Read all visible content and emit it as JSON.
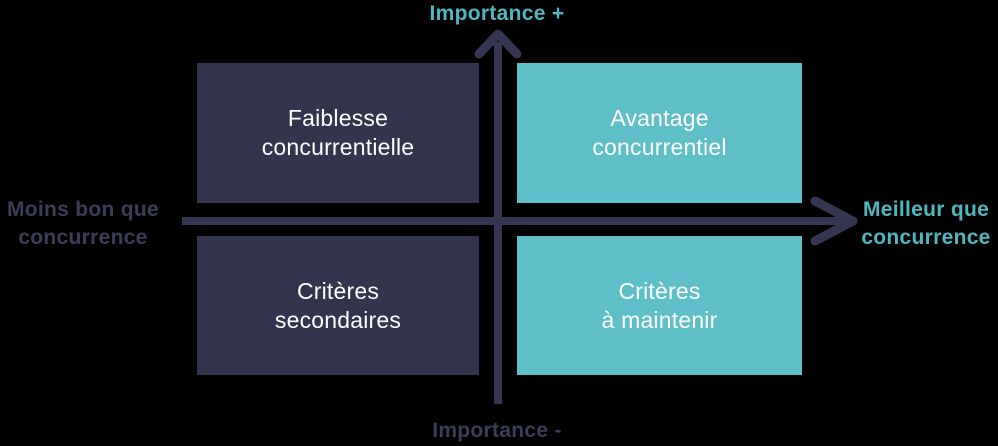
{
  "colors": {
    "background": "#000000",
    "dark_navy": "#34344f",
    "teal": "#5fbfc9",
    "axis": "#363653",
    "teal_text": "#4fb7be",
    "dark_text": "#3d3d5a",
    "box_text": "#ffffff"
  },
  "axes": {
    "top_label": "Importance +",
    "bottom_label": "Importance -",
    "left_label_line1": "Moins bon que",
    "left_label_line2": "concurrence",
    "right_label_line1": "Meilleur que",
    "right_label_line2": "concurrence"
  },
  "quadrants": [
    {
      "id": "top-left",
      "tone": "dark",
      "line1": "Faiblesse",
      "line2": "concurrentielle"
    },
    {
      "id": "top-right",
      "tone": "teal",
      "line1": "Avantage",
      "line2": "concurrentiel"
    },
    {
      "id": "bottom-left",
      "tone": "dark",
      "line1": "Critères",
      "line2": "secondaires"
    },
    {
      "id": "bottom-right",
      "tone": "teal",
      "line1": "Critères",
      "line2": "à maintenir"
    }
  ]
}
